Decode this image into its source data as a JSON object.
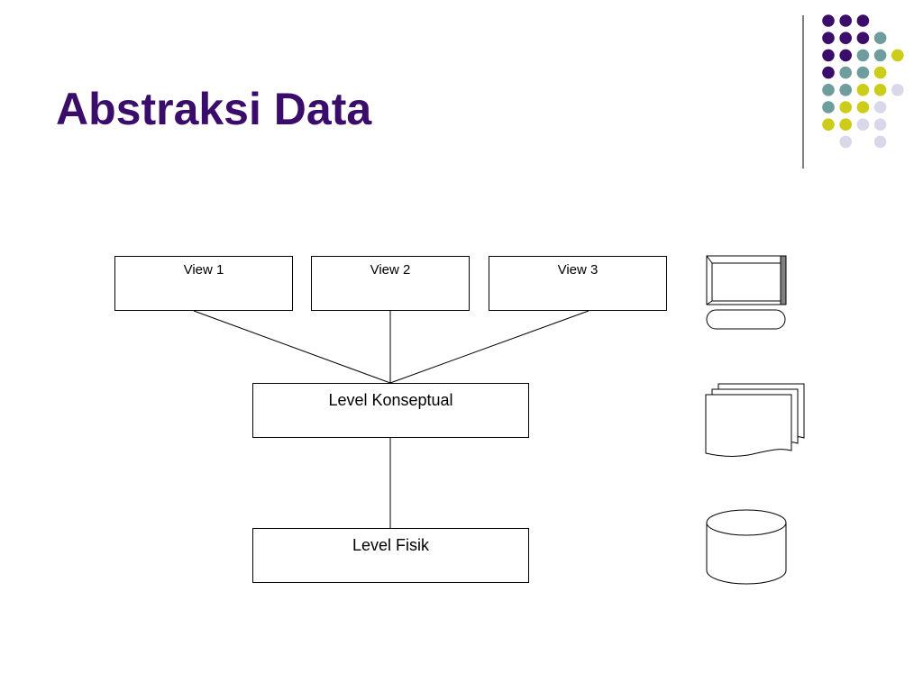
{
  "slide": {
    "title": "Abstraksi Data"
  },
  "colors": {
    "title": "#3b0d6b",
    "dot_purple": "#3b0d6b",
    "dot_teal": "#6f9c9c",
    "dot_yellow": "#cccc1a",
    "dot_lavender": "#d8d8ea",
    "divider": "#555555",
    "line": "#000000"
  },
  "diagram": {
    "views": [
      {
        "label": "View 1"
      },
      {
        "label": "View 2"
      },
      {
        "label": "View 3"
      }
    ],
    "conceptual": {
      "label": "Level Konseptual"
    },
    "physical": {
      "label": "Level Fisik"
    }
  },
  "icons": {
    "terminal": "terminal-icon",
    "document": "multi-document-icon",
    "storage": "disk-storage-icon"
  },
  "decoration": {
    "dot_grid": [
      [
        "purple",
        "purple",
        "purple",
        null,
        null
      ],
      [
        "purple",
        "purple",
        "purple",
        "teal",
        null
      ],
      [
        "purple",
        "purple",
        "teal",
        "teal",
        "yellow"
      ],
      [
        "purple",
        "teal",
        "teal",
        "yellow",
        null
      ],
      [
        "teal",
        "teal",
        "yellow",
        "yellow",
        "lavender"
      ],
      [
        "teal",
        "yellow",
        "yellow",
        "lavender",
        null
      ],
      [
        "yellow",
        "yellow",
        "lavender",
        "lavender",
        null
      ],
      [
        null,
        "lavender",
        null,
        "lavender",
        null
      ]
    ]
  }
}
